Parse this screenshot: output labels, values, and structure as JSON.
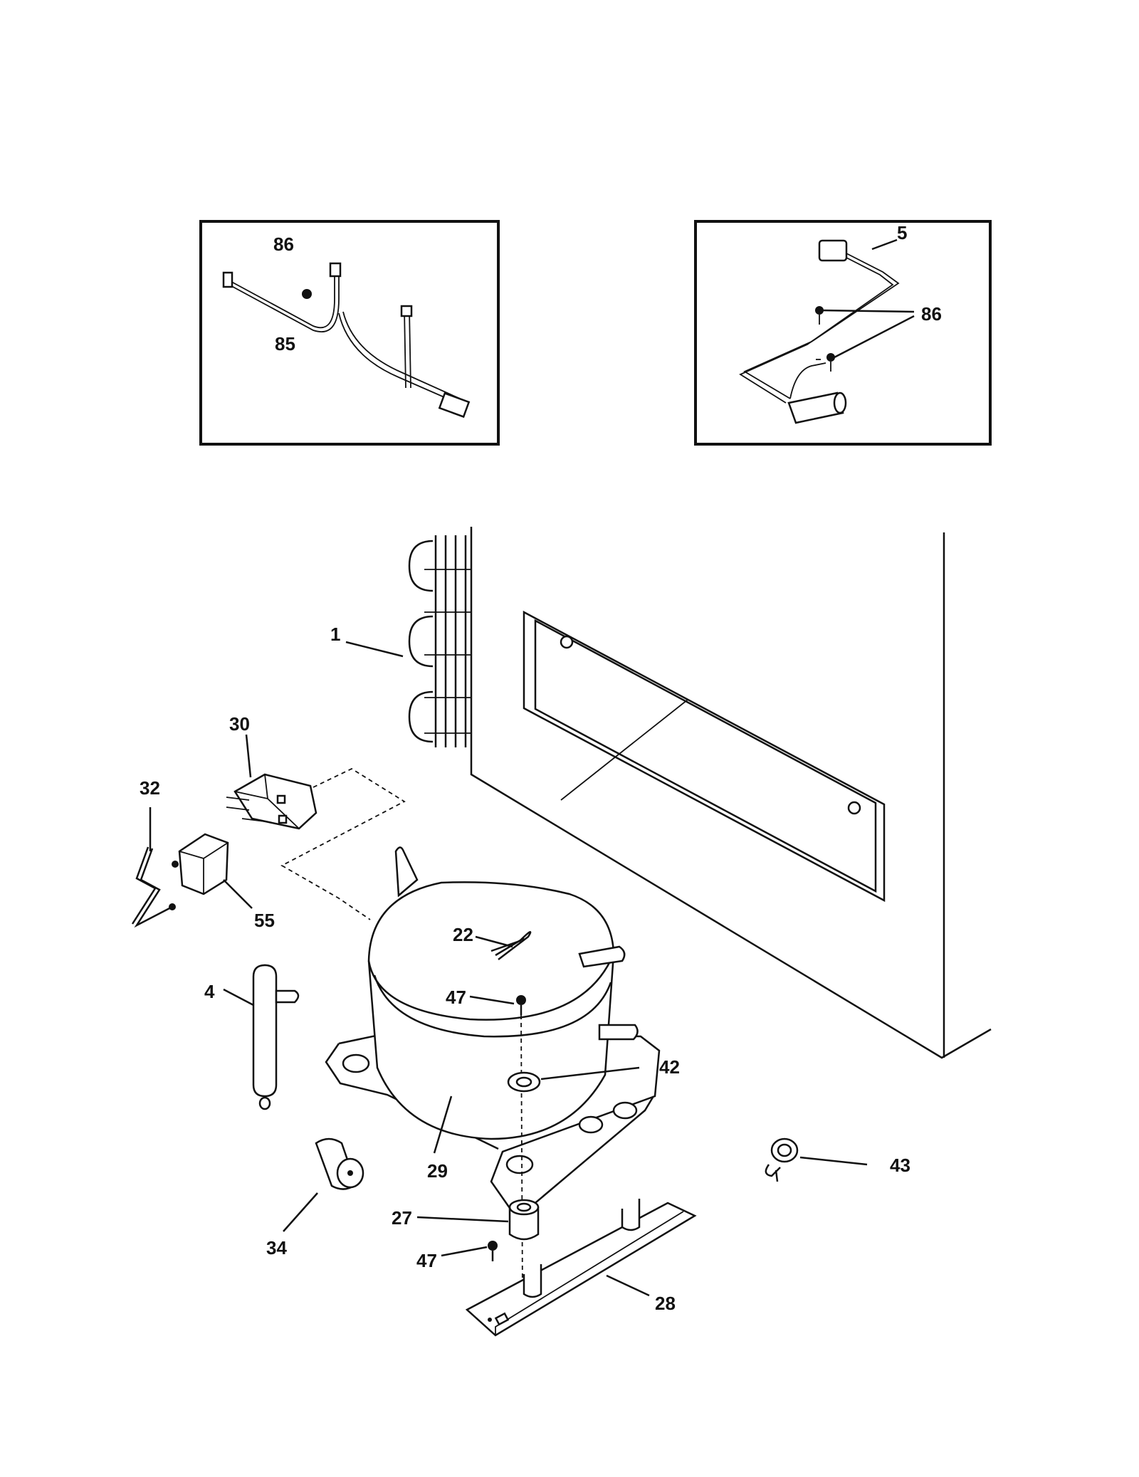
{
  "callouts": {
    "c1": "1",
    "c4": "4",
    "c5": "5",
    "c22": "22",
    "c27": "27",
    "c28": "28",
    "c29": "29",
    "c30": "30",
    "c32": "32",
    "c34": "34",
    "c42": "42",
    "c43": "43",
    "c47a": "47",
    "c47b": "47",
    "c55": "55",
    "c85": "85",
    "c86a": "86",
    "c86b": "86"
  }
}
